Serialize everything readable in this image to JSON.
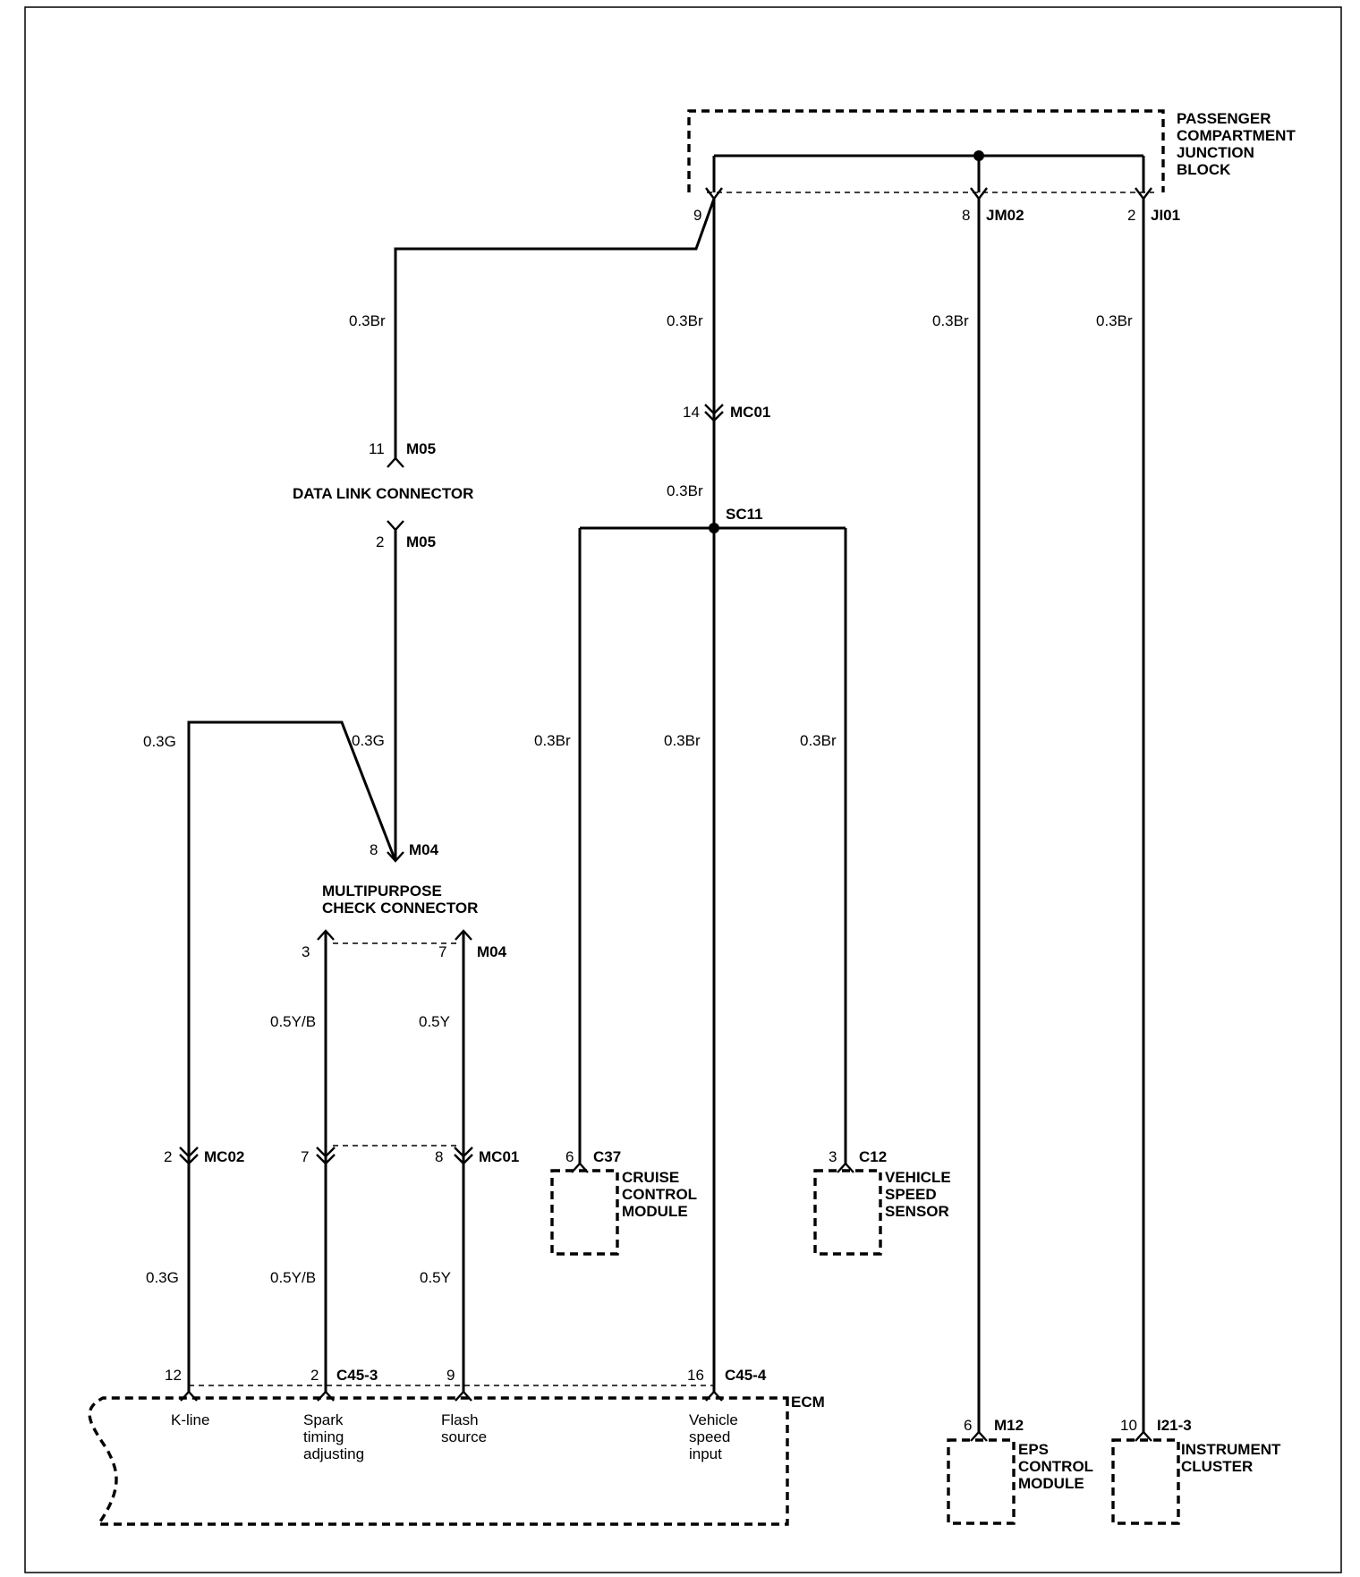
{
  "junction_block": {
    "label_lines": [
      "PASSENGER",
      "COMPARTMENT",
      "JUNCTION",
      "BLOCK"
    ]
  },
  "connectors": {
    "jm_pin9": "9",
    "jm_pin8": "8",
    "jm_id": "JM02",
    "ji_pin2": "2",
    "ji_id": "JI01",
    "mc01_pin14": "14",
    "mc01_id": "MC01",
    "m05_pin11": "11",
    "m05_id_top": "M05",
    "m05_pin2": "2",
    "m05_id_bottom": "M05",
    "m04_pin8": "8",
    "m04_id_top": "M04",
    "m04_pin3": "3",
    "m04_pin7": "7",
    "m04_id_bottom": "M04",
    "mc02_pin2": "2",
    "mc02_id": "MC02",
    "mc_pin7": "7",
    "mc_pin8": "8",
    "mc01_id_lower": "MC01",
    "c37_pin": "6",
    "c37_id": "C37",
    "c12_pin": "3",
    "c12_id": "C12",
    "ecm_pin12": "12",
    "ecm_pin2": "2",
    "c45_3_id": "C45-3",
    "ecm_pin9": "9",
    "ecm_pin16": "16",
    "c45_4_id": "C45-4",
    "m12_pin": "6",
    "m12_id": "M12",
    "i21_pin": "10",
    "i21_id": "I21-3",
    "splice": "SC11"
  },
  "wires": {
    "w1": "0.3Br",
    "w2": "0.3Br",
    "w3": "0.3Br",
    "w4": "0.3Br",
    "w5": "0.3Br",
    "w6": "0.3Br",
    "w7": "0.3Br",
    "w8": "0.3Br",
    "g1": "0.3G",
    "g2": "0.3G",
    "g3": "0.3G",
    "yb1": "0.5Y/B",
    "yb2": "0.5Y/B",
    "y1": "0.5Y",
    "y2": "0.5Y"
  },
  "components": {
    "dlc": "DATA LINK CONNECTOR",
    "mcc_lines": [
      "MULTIPURPOSE",
      "CHECK CONNECTOR"
    ],
    "cruise_lines": [
      "CRUISE",
      "CONTROL",
      "MODULE"
    ],
    "vss_lines": [
      "VEHICLE",
      "SPEED",
      "SENSOR"
    ],
    "ecm": "ECM",
    "eps_lines": [
      "EPS",
      "CONTROL",
      "MODULE"
    ],
    "cluster_lines": [
      "INSTRUMENT",
      "CLUSTER"
    ]
  },
  "ecm_terminals": {
    "kline": [
      "K-line"
    ],
    "spark": [
      "Spark",
      "timing",
      "adjusting"
    ],
    "flash": [
      "Flash",
      "source"
    ],
    "vspeed": [
      "Vehicle",
      "speed",
      "input"
    ]
  }
}
